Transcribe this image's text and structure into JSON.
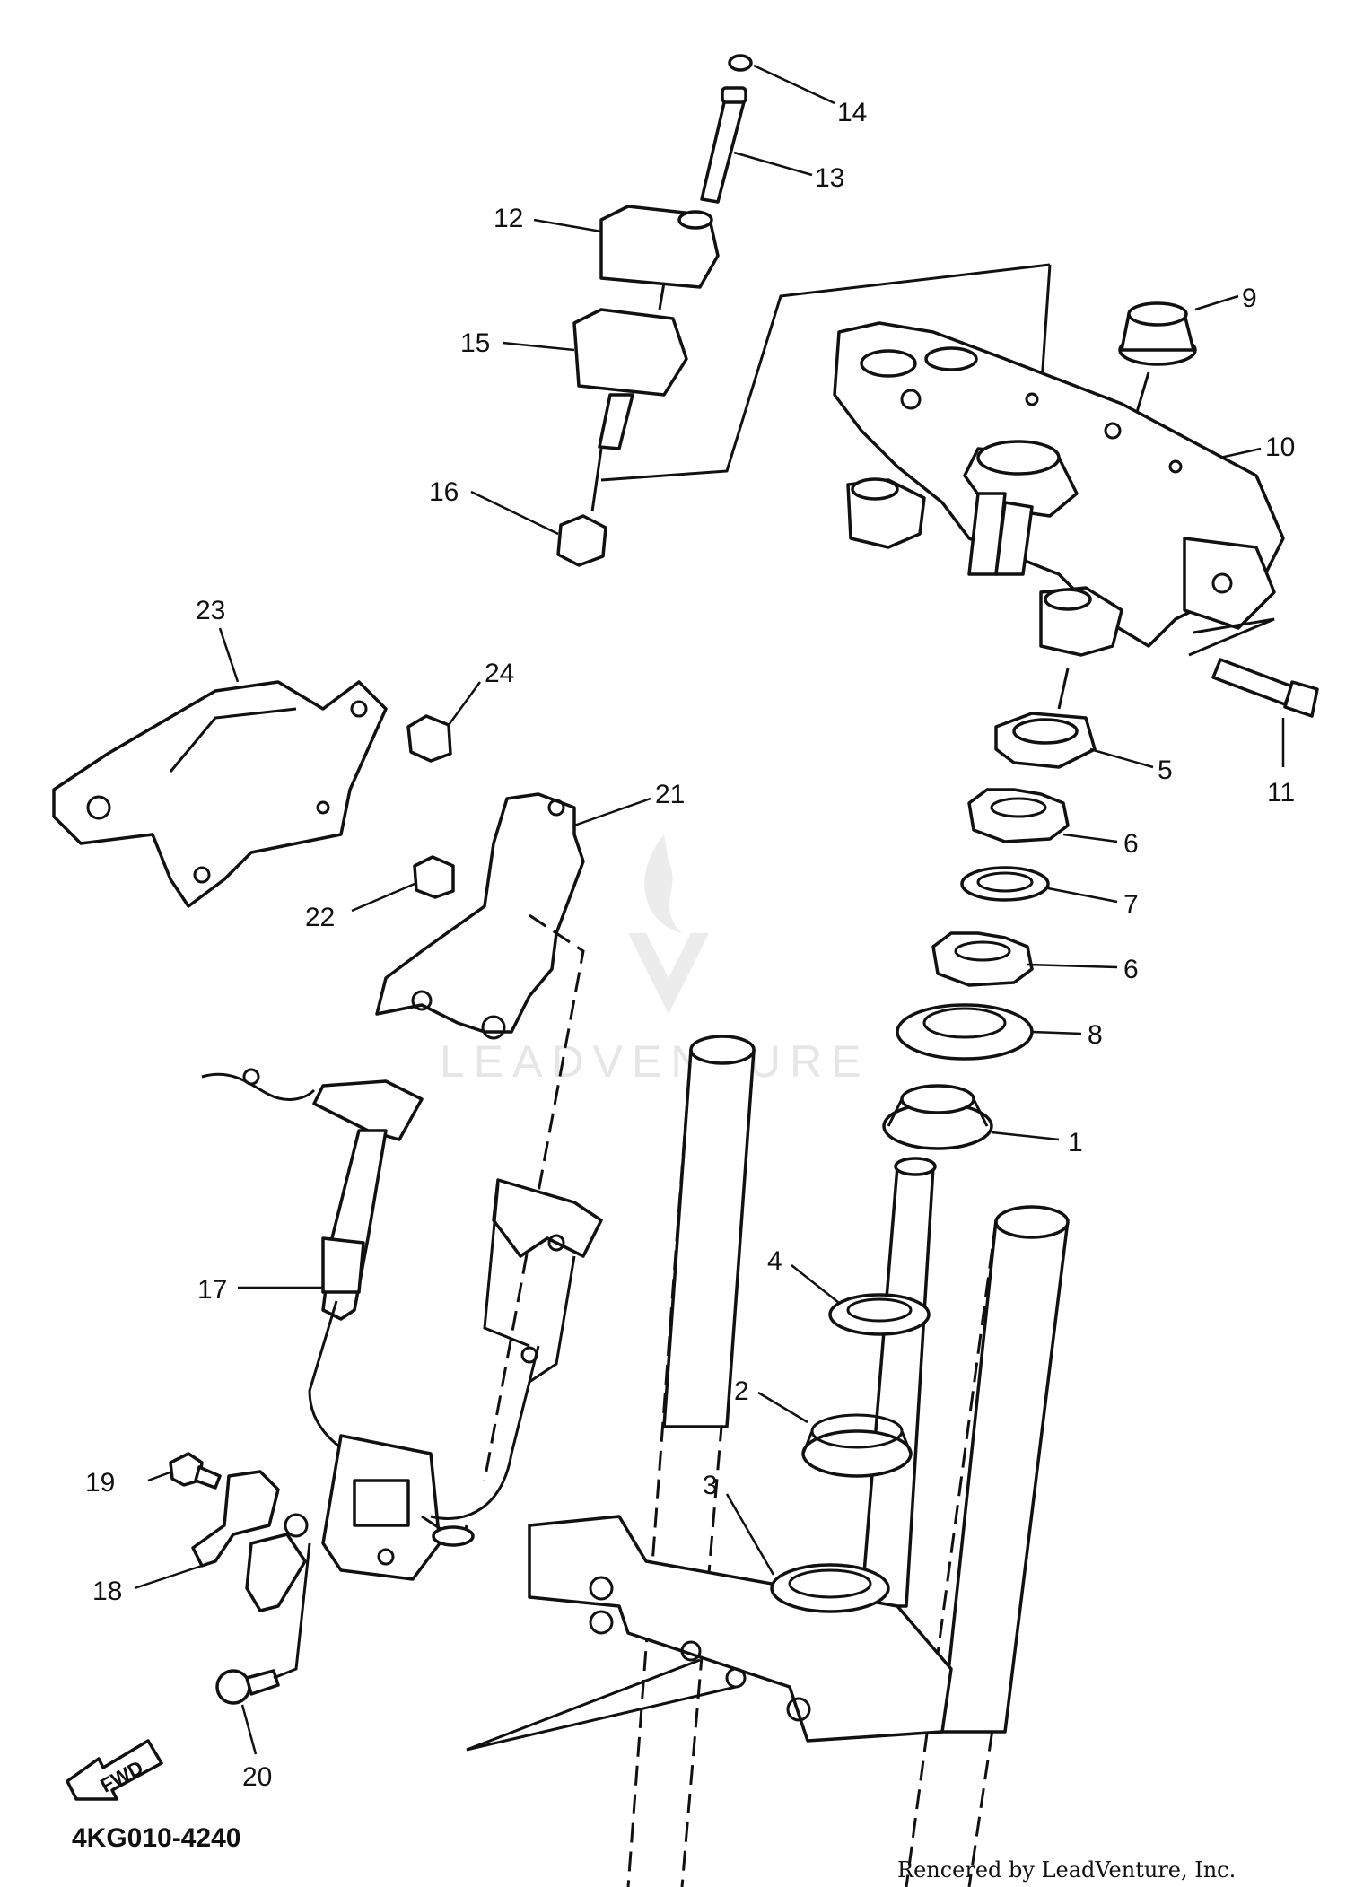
{
  "diagram": {
    "code": "4KG010-4240",
    "credit": "Rencered by LeadVenture, Inc.",
    "watermark": "LEADVENTURE",
    "fwd_label": "FWD",
    "callouts": [
      {
        "id": "c14",
        "text": "14"
      },
      {
        "id": "c13",
        "text": "13"
      },
      {
        "id": "c12",
        "text": "12"
      },
      {
        "id": "c9",
        "text": "9"
      },
      {
        "id": "c15",
        "text": "15"
      },
      {
        "id": "c10",
        "text": "10"
      },
      {
        "id": "c16",
        "text": "16"
      },
      {
        "id": "c23",
        "text": "23"
      },
      {
        "id": "c24",
        "text": "24"
      },
      {
        "id": "c21",
        "text": "21"
      },
      {
        "id": "c5",
        "text": "5"
      },
      {
        "id": "c11",
        "text": "11"
      },
      {
        "id": "c6a",
        "text": "6"
      },
      {
        "id": "c22",
        "text": "22"
      },
      {
        "id": "c7",
        "text": "7"
      },
      {
        "id": "c6b",
        "text": "6"
      },
      {
        "id": "c8",
        "text": "8"
      },
      {
        "id": "c1",
        "text": "1"
      },
      {
        "id": "c4",
        "text": "4"
      },
      {
        "id": "c17",
        "text": "17"
      },
      {
        "id": "c2",
        "text": "2"
      },
      {
        "id": "c3",
        "text": "3"
      },
      {
        "id": "c19",
        "text": "19"
      },
      {
        "id": "c18",
        "text": "18"
      },
      {
        "id": "c20",
        "text": "20"
      }
    ]
  }
}
